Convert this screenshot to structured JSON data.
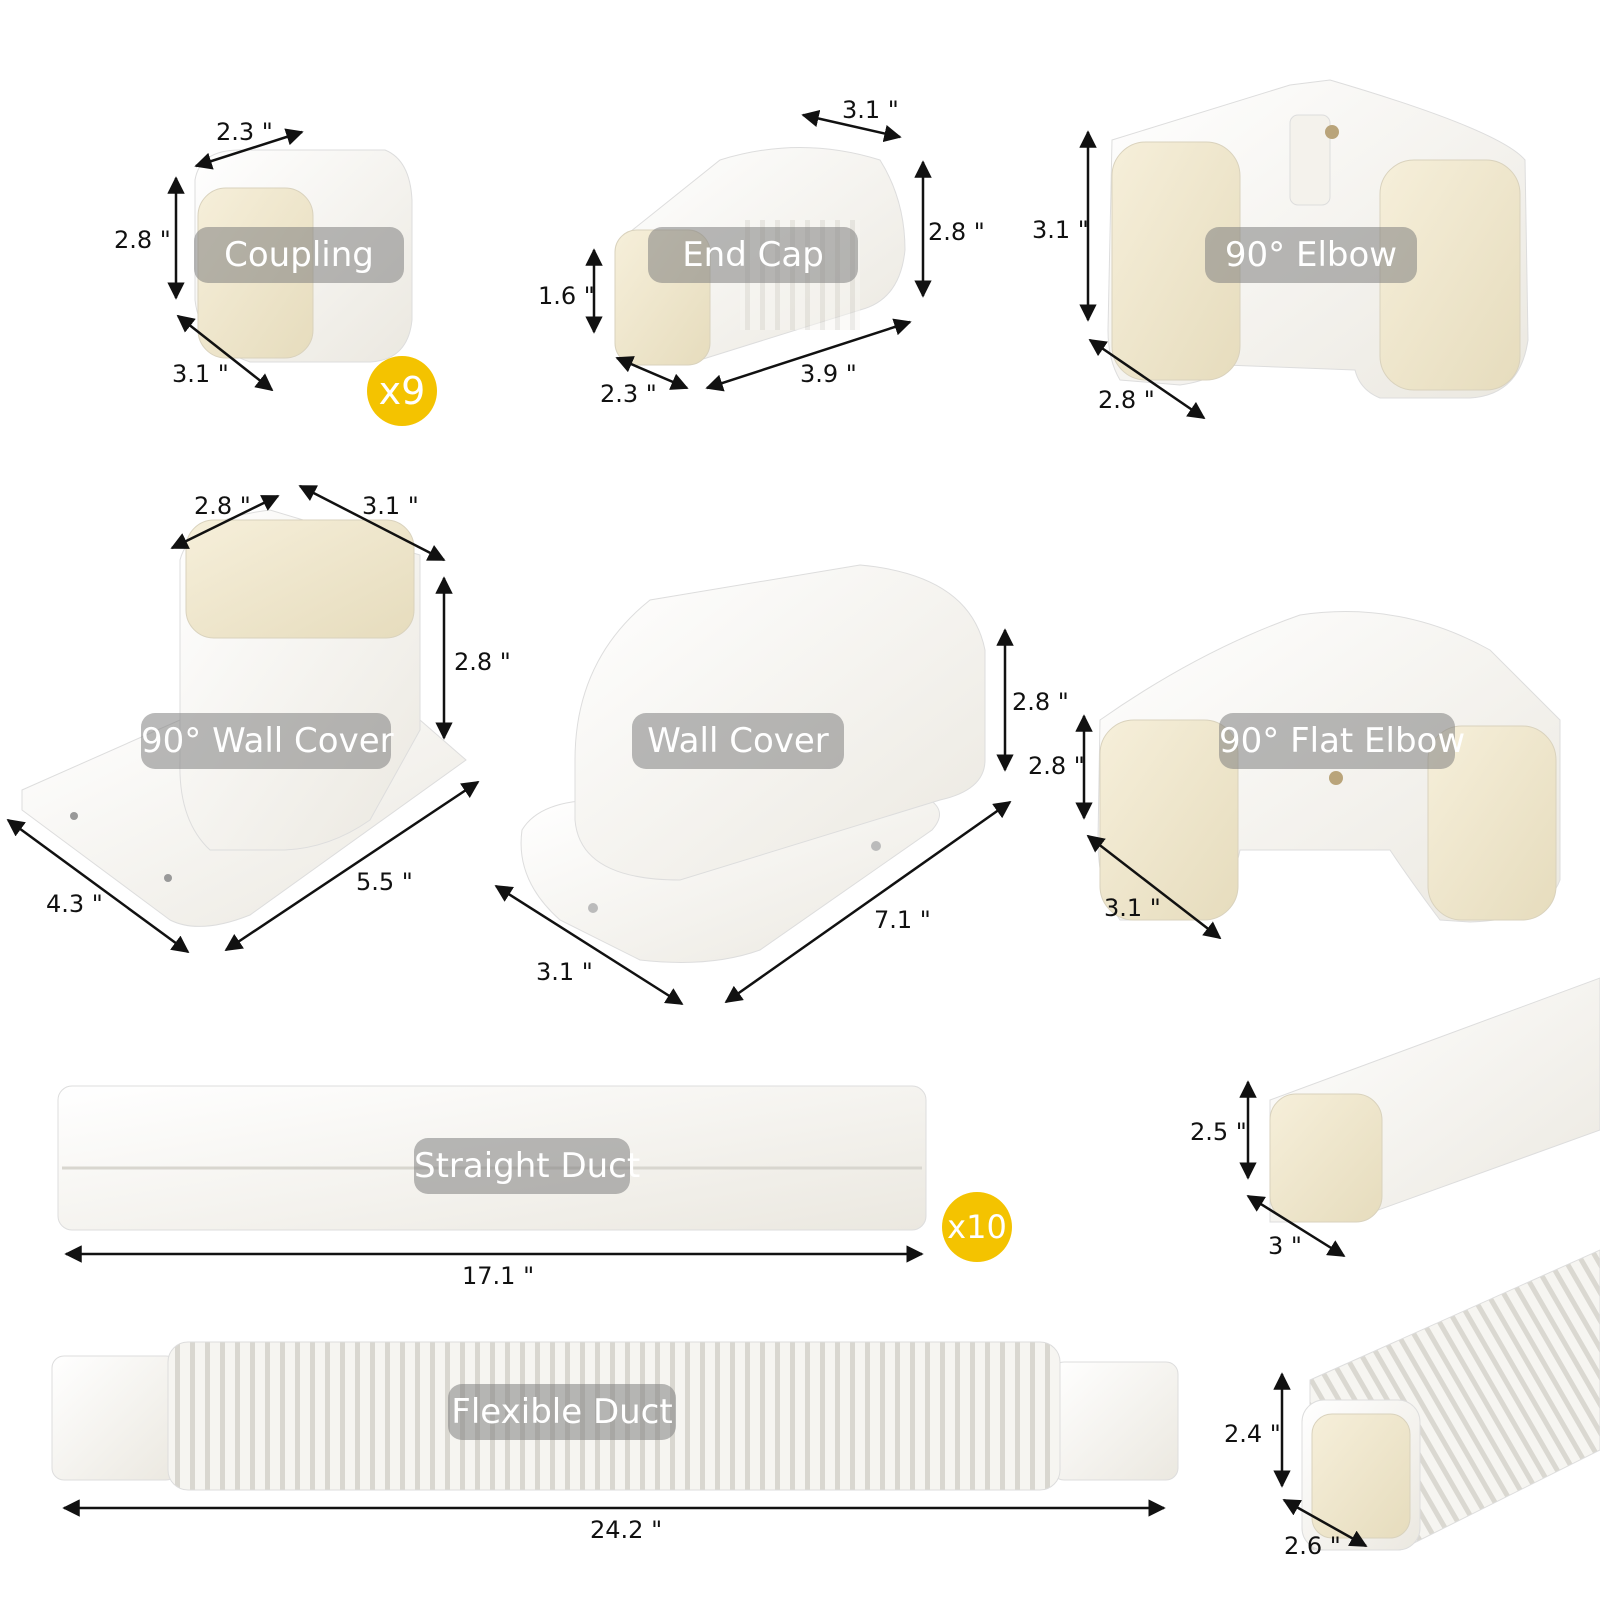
{
  "labels": {
    "coupling": "Coupling",
    "end_cap": "End Cap",
    "elbow_90": "90° Elbow",
    "wall_cover_90": "90° Wall Cover",
    "wall_cover": "Wall Cover",
    "flat_elbow_90": "90° Flat Elbow",
    "straight_duct": "Straight Duct",
    "flexible_duct": "Flexible Duct"
  },
  "quantities": {
    "coupling": "x9",
    "straight_duct": "x10"
  },
  "dimensions": {
    "coupling": [
      "2.3 \"",
      "2.8 \"",
      "3.1 \""
    ],
    "end_cap": [
      "3.1 \"",
      "2.8 \"",
      "1.6 \"",
      "2.3 \"",
      "3.9 \""
    ],
    "elbow_90": [
      "3.1 \"",
      "2.8 \""
    ],
    "wall_cover_90": [
      "2.8 \"",
      "3.1 \"",
      "2.8 \"",
      "4.3 \"",
      "5.5 \""
    ],
    "wall_cover": [
      "2.8 \"",
      "3.1 \"",
      "7.1 \""
    ],
    "flat_elbow_90": [
      "2.8 \"",
      "3.1 \""
    ],
    "straight_duct": [
      "17.1 \""
    ],
    "straight_duct_end": [
      "2.5 \"",
      "3 \""
    ],
    "flexible_duct": [
      "24.2 \""
    ],
    "flexible_duct_end": [
      "2.4 \"",
      "2.6 \""
    ]
  },
  "colors": {
    "badge": "#f4c300",
    "tag_bg": "#808080",
    "part_white": "#fbfaf6",
    "part_inner": "#efe7cf"
  }
}
